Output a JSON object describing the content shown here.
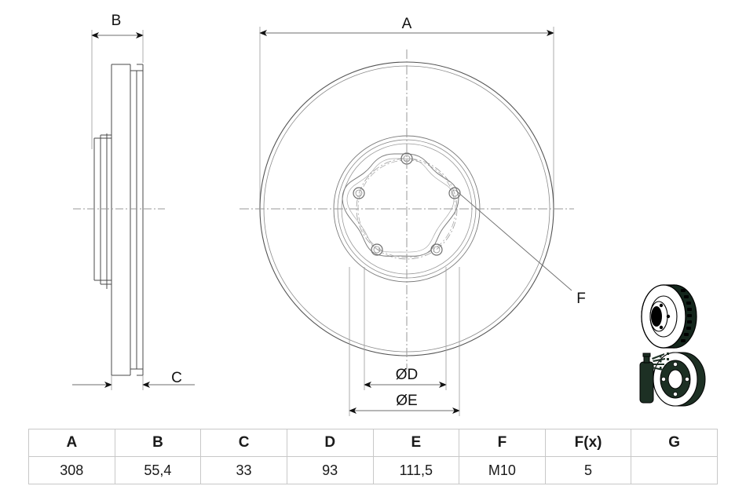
{
  "drawing": {
    "title": "Brake disc technical drawing",
    "dimension_labels": {
      "A": "A",
      "B": "B",
      "C": "C",
      "D": "ØD",
      "E": "ØE",
      "F": "F"
    },
    "line_color": "#3c3c3c",
    "centerline_color": "#9a9a9a",
    "icon_color": "#1d3024",
    "icon_outline": "#000000"
  },
  "table": {
    "columns": [
      "A",
      "B",
      "C",
      "D",
      "E",
      "F",
      "F(x)",
      "G"
    ],
    "values": [
      "308",
      "55,4",
      "33",
      "93",
      "111,5",
      "M10",
      "5",
      ""
    ]
  },
  "icons": {
    "vented_disc": "brake-disc-icon",
    "spray_can": "spray-can-icon",
    "hub_disc": "hub-disc-icon"
  }
}
